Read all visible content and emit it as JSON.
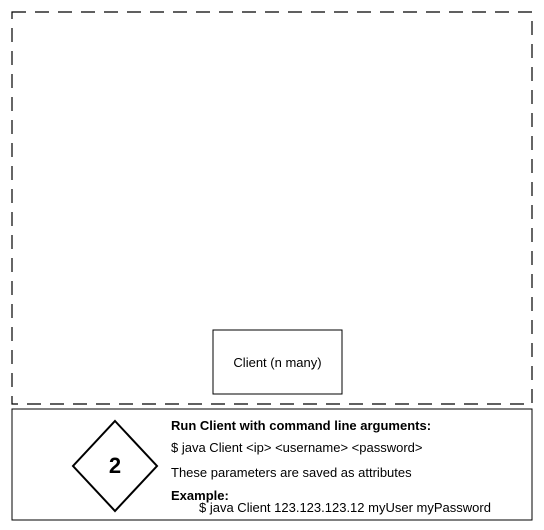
{
  "colors": {
    "stroke": "#000000",
    "background": "#ffffff"
  },
  "client_box": {
    "label": "Client (n many)"
  },
  "step": {
    "number": "2",
    "heading": "Run Client with command line arguments:",
    "command": "$ java Client <ip> <username> <password>",
    "note": "These parameters are saved as attributes",
    "example_label": "Example:",
    "example_command": "$ java Client 123.123.123.12 myUser myPassword"
  }
}
